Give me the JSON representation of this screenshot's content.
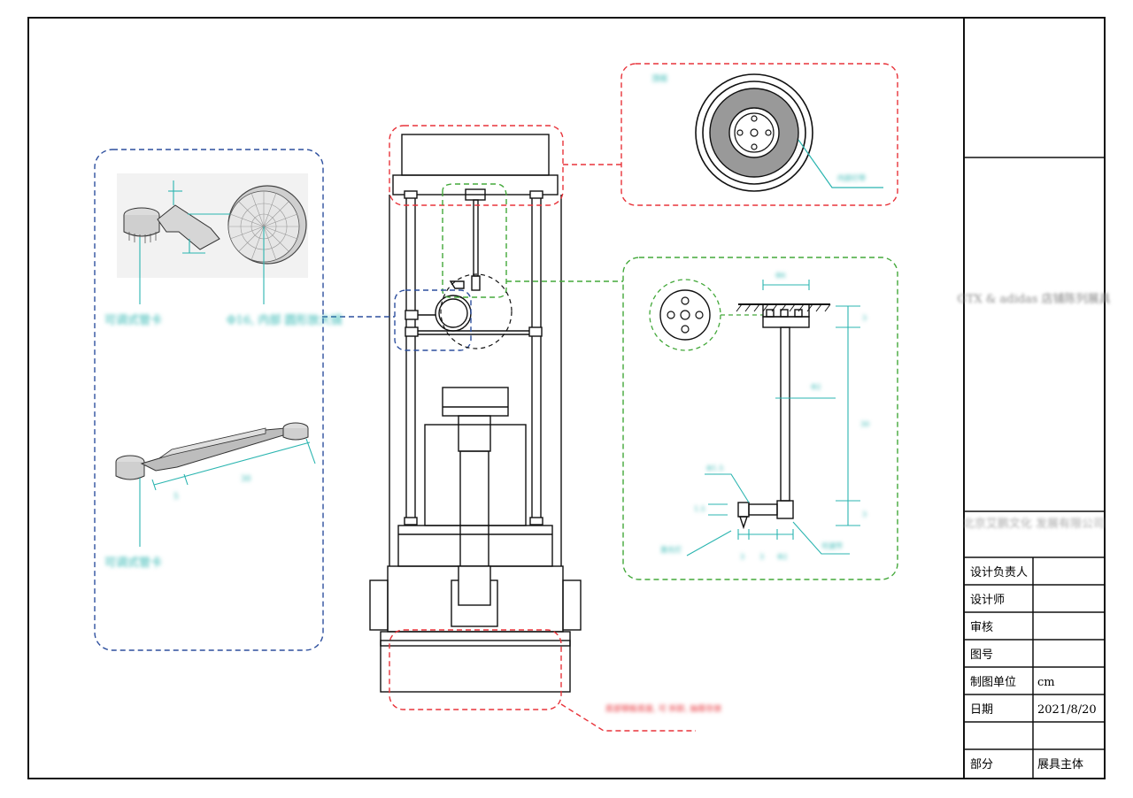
{
  "title_block": {
    "project_title": "GTX & adidas 店铺陈列展具",
    "company": "北京艾鹏文化 发展有限公司",
    "rows": [
      {
        "label": "设计负责人",
        "value": ""
      },
      {
        "label": "设计师",
        "value": ""
      },
      {
        "label": "审核",
        "value": ""
      },
      {
        "label": "图号",
        "value": ""
      },
      {
        "label": "制图单位",
        "value": "cm"
      },
      {
        "label": "日期",
        "value": "2021/8/20"
      },
      {
        "label": "",
        "value": ""
      },
      {
        "label": "部分",
        "value": "展具主体"
      }
    ]
  },
  "callouts": {
    "left_top_label": "可调式管卡",
    "left_top_magnifier": "Φ16, 内部 圆形放大镜",
    "left_bottom_label": "可调式管卡",
    "left_bottom_dim_long": "30",
    "left_bottom_dim_short": "5",
    "top_right_tag": "顶视",
    "top_right_note": "内部灯带",
    "bottom_note": "底部钢板底座, 可 拆卸, 抽屉存放",
    "rod_dim_top": "Φ6",
    "rod_dim_diam": "Φ2",
    "rod_dim_height": "30",
    "rod_dim_small_top": "3",
    "rod_dim_small_bottom": "3",
    "rod_clip_dim": "Φ1.5",
    "rod_clip_side": "1.5",
    "rod_bottom_dims": [
      "3",
      "3",
      "Φ2"
    ],
    "rod_left_note": "激光灯",
    "rod_right_note": "可调节"
  },
  "colors": {
    "red_outline": "#e8333a",
    "green_outline": "#43a83a",
    "blue_outline": "#2d4f9e",
    "teal_annotation": "#2bb5b0",
    "black_outline": "#111111"
  }
}
